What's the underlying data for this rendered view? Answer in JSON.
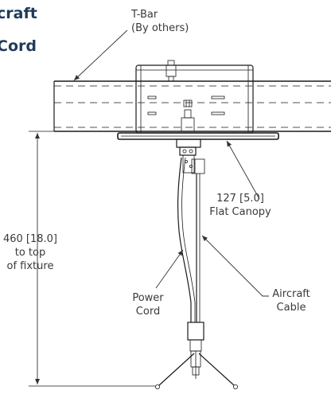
{
  "title": {
    "line1": "craft",
    "line2": "Cord"
  },
  "callouts": {
    "tbar": {
      "line1": "T-Bar",
      "line2": "(By others)"
    },
    "canopy": {
      "line1": "127 [5.0]",
      "line2": "Flat Canopy"
    },
    "height": {
      "line1": "460 [18.0]",
      "line2": "to top",
      "line3": "of fixture"
    },
    "power_cord": {
      "line1": "Power",
      "line2": "Cord"
    },
    "aircraft_cable": {
      "line1": "Aircraft",
      "line2": "Cable"
    }
  }
}
